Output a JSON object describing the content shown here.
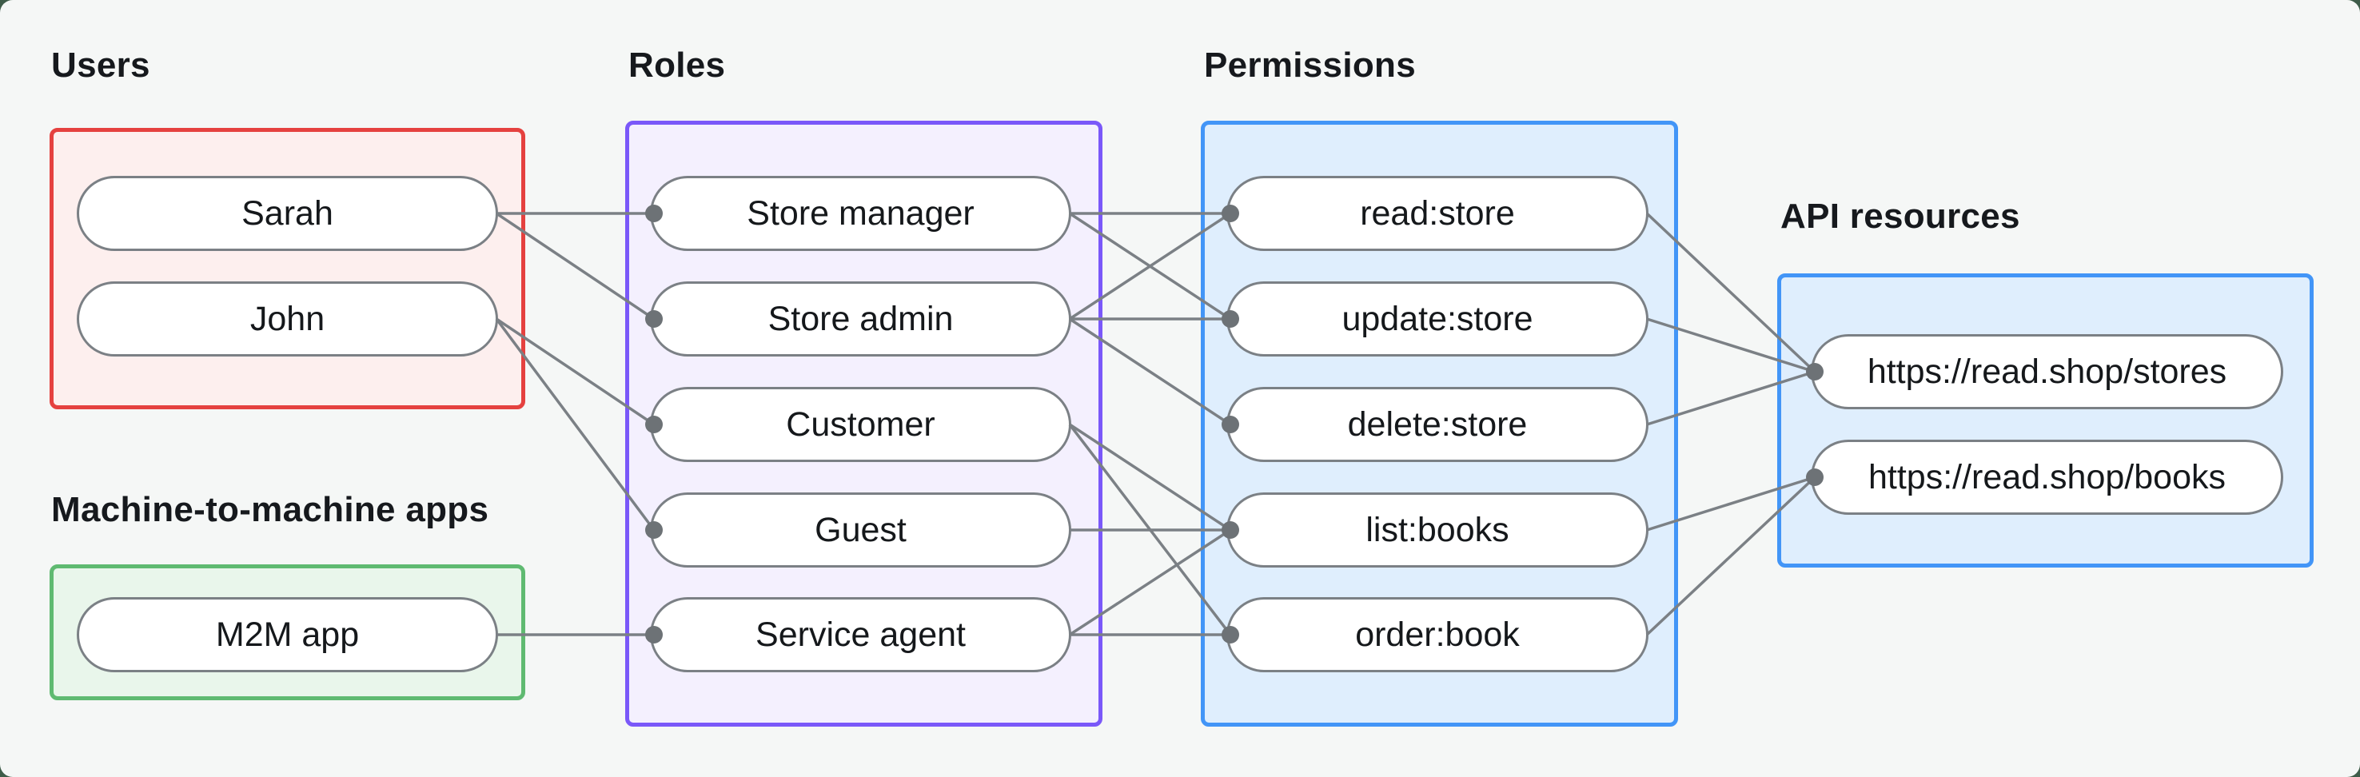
{
  "page": {
    "background_color": "#f5f7f6",
    "frame_color": "#3e5c49"
  },
  "edge_style": {
    "line_color": "#7b8085",
    "dot_color": "#6d7276"
  },
  "sections": [
    {
      "id": "users",
      "title": "Users",
      "border_color": "#e5413f",
      "fill_color": "#fdefee",
      "nodes": [
        {
          "id": "sarah",
          "label": "Sarah"
        },
        {
          "id": "john",
          "label": "John"
        }
      ]
    },
    {
      "id": "m2m",
      "title": "Machine-to-machine apps",
      "border_color": "#5fba71",
      "fill_color": "#e9f6eb",
      "nodes": [
        {
          "id": "m2m_app",
          "label": "M2M app"
        }
      ]
    },
    {
      "id": "roles",
      "title": "Roles",
      "border_color": "#7a58f9",
      "fill_color": "#f4f0fe",
      "nodes": [
        {
          "id": "store_manager",
          "label": "Store manager"
        },
        {
          "id": "store_admin",
          "label": "Store admin"
        },
        {
          "id": "customer",
          "label": "Customer"
        },
        {
          "id": "guest",
          "label": "Guest"
        },
        {
          "id": "service_agent",
          "label": "Service agent"
        }
      ]
    },
    {
      "id": "permissions",
      "title": "Permissions",
      "border_color": "#4295f7",
      "fill_color": "#dfeefd",
      "nodes": [
        {
          "id": "read_store",
          "label": "read:store"
        },
        {
          "id": "update_store",
          "label": "update:store"
        },
        {
          "id": "delete_store",
          "label": "delete:store"
        },
        {
          "id": "list_books",
          "label": "list:books"
        },
        {
          "id": "order_book",
          "label": "order:book"
        }
      ]
    },
    {
      "id": "api_resources",
      "title": "API resources",
      "border_color": "#4295f7",
      "fill_color": "#dfeefd",
      "nodes": [
        {
          "id": "stores",
          "label": "https://read.shop/stores"
        },
        {
          "id": "books",
          "label": "https://read.shop/books"
        }
      ]
    }
  ],
  "edges": [
    [
      "sarah",
      "store_manager"
    ],
    [
      "sarah",
      "store_admin"
    ],
    [
      "john",
      "customer"
    ],
    [
      "john",
      "guest"
    ],
    [
      "m2m_app",
      "service_agent"
    ],
    [
      "store_manager",
      "read_store"
    ],
    [
      "store_manager",
      "update_store"
    ],
    [
      "store_admin",
      "read_store"
    ],
    [
      "store_admin",
      "update_store"
    ],
    [
      "store_admin",
      "delete_store"
    ],
    [
      "customer",
      "list_books"
    ],
    [
      "customer",
      "order_book"
    ],
    [
      "guest",
      "list_books"
    ],
    [
      "service_agent",
      "list_books"
    ],
    [
      "service_agent",
      "order_book"
    ],
    [
      "read_store",
      "stores"
    ],
    [
      "update_store",
      "stores"
    ],
    [
      "delete_store",
      "stores"
    ],
    [
      "list_books",
      "books"
    ],
    [
      "order_book",
      "books"
    ]
  ]
}
